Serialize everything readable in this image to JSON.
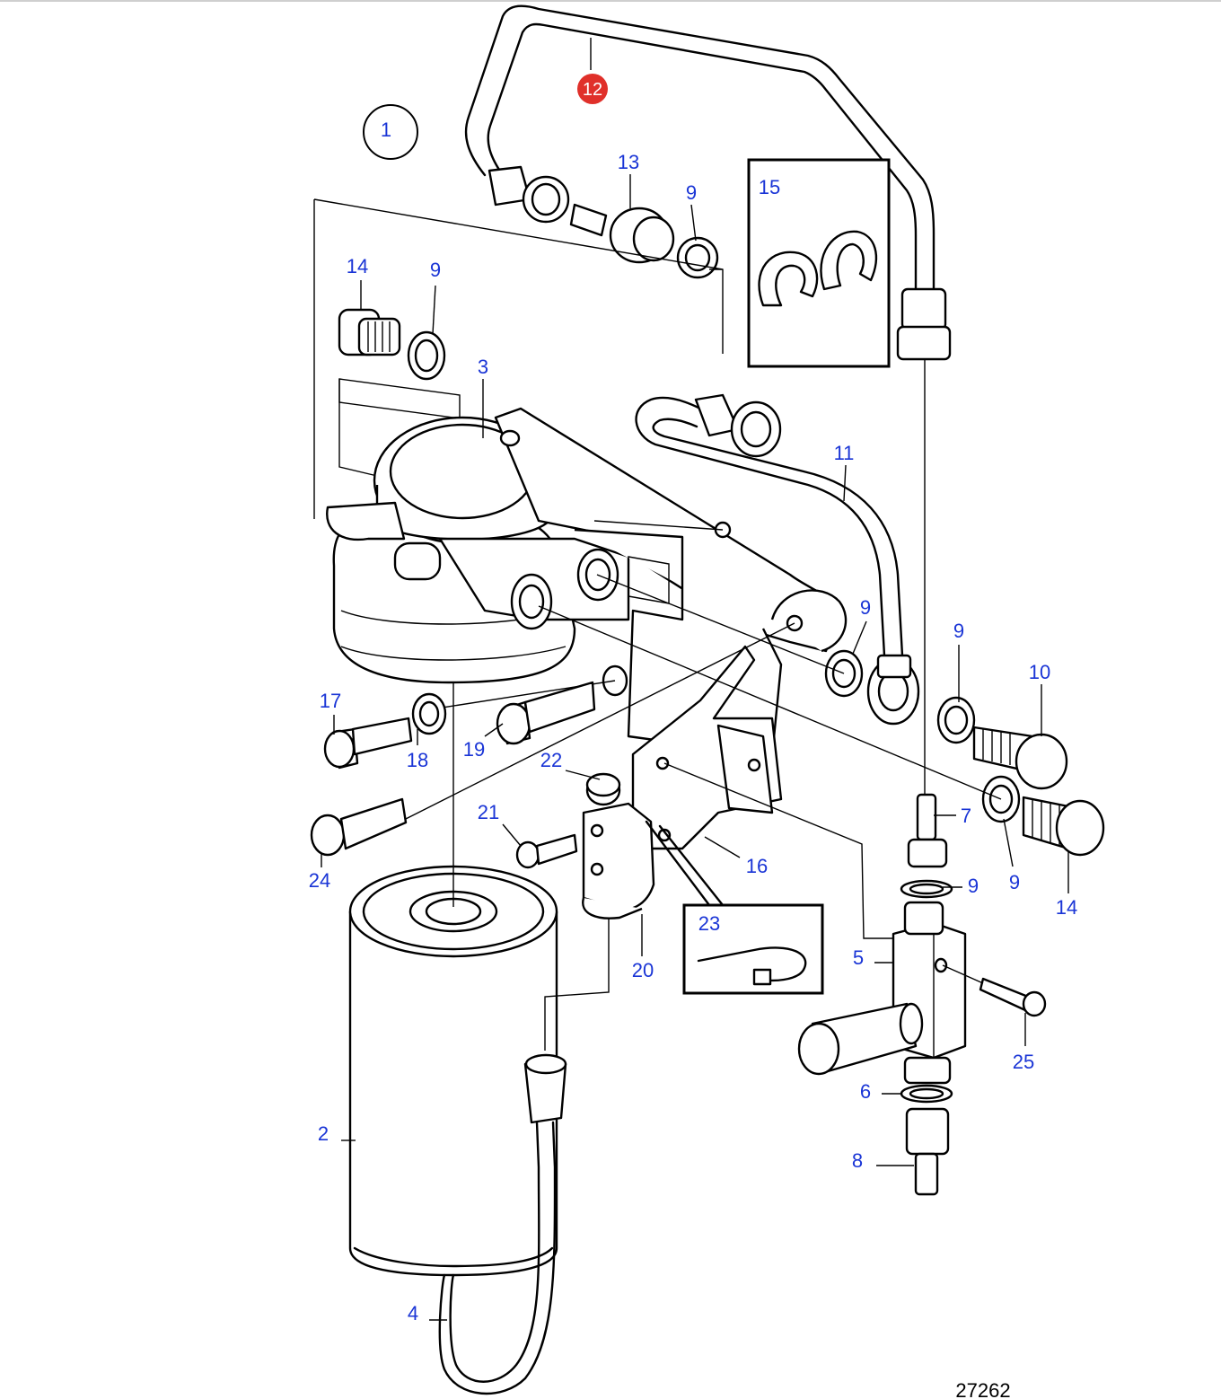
{
  "diagram": {
    "ref_number": "27262",
    "group_marker": "1",
    "highlight_color": "#e0302a",
    "label_color": "#1a35d6",
    "highlighted_label": "12",
    "labels": {
      "l2": "2",
      "l3": "3",
      "l4": "4",
      "l5": "5",
      "l6": "6",
      "l7": "7",
      "l8": "8",
      "l9a": "9",
      "l9b": "9",
      "l9c": "9",
      "l9d": "9",
      "l9e": "9",
      "l9f": "9",
      "l10": "10",
      "l11": "11",
      "l12": "12",
      "l13": "13",
      "l14a": "14",
      "l14b": "14",
      "l15": "15",
      "l16": "16",
      "l17": "17",
      "l18": "18",
      "l19": "19",
      "l20": "20",
      "l21": "21",
      "l22": "22",
      "l23": "23",
      "l24": "24",
      "l25": "25"
    }
  }
}
